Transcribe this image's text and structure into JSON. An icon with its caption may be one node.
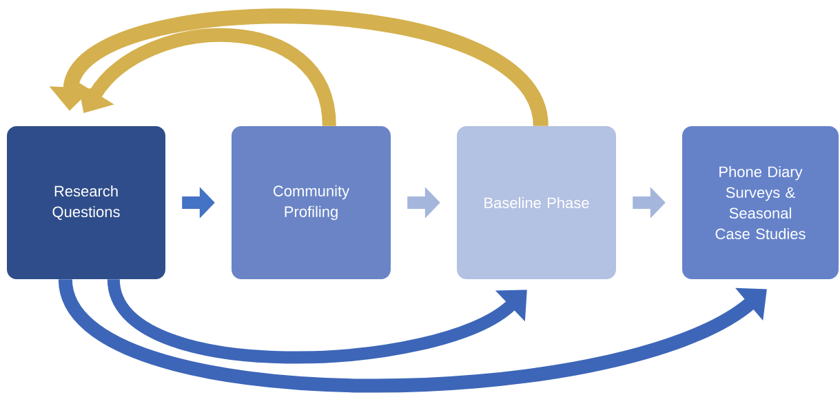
{
  "diagram": {
    "nodes": [
      {
        "text": [
          "Research Questions"
        ]
      },
      {
        "text": [
          "Community Profiling"
        ]
      },
      {
        "text": [
          "Baseline Phase"
        ]
      },
      {
        "text": [
          "Phone Diary Surveys & Seasonal Case Studies"
        ]
      }
    ],
    "edges": [
      {
        "from": 0,
        "to": 1,
        "arrow": "to",
        "color": "#4472c4"
      },
      {
        "from": 1,
        "to": 2,
        "arrow": "to",
        "color": "#a5b6dc"
      },
      {
        "from": 2,
        "to": 3,
        "arrow": "to",
        "color": "#a5b6dc"
      },
      {
        "from": 1,
        "to": 0,
        "arrow": "to",
        "color": "#d4b04e"
      },
      {
        "from": 2,
        "to": 0,
        "arrow": "to",
        "color": "#d4b04e"
      },
      {
        "from": 0,
        "to": 2,
        "arrow": "to",
        "color": "#3d66b8"
      },
      {
        "from": 0,
        "to": 3,
        "arrow": "to",
        "color": "#3d66b8"
      }
    ]
  }
}
